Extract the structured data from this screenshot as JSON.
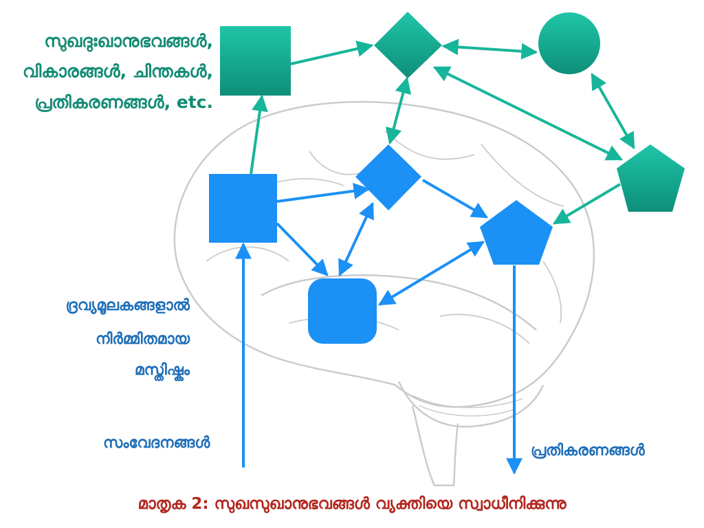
{
  "mind_label": {
    "line1": "സുഖദുഃഖാനുഭവങ്ങൾ,",
    "line2": "വികാരങ്ങൾ, ചിന്തകൾ,",
    "line3": "പ്രതികരണങ്ങൾ, etc."
  },
  "brain_label": {
    "line1": "ദ്രവ്യമൂലകങ്ങളാൽ",
    "line2": "നിർമ്മിതമായ",
    "line3": "മസ്തിഷ്കം"
  },
  "input_label": "സംവേദനങ്ങൾ",
  "output_label": "പ്രതികരണങ്ങൾ",
  "caption": "മാതൃക 2:  സുഖസുഖാനുഭവങ്ങൾ വ്യക്തിയെ സ്വാധീനിക്കുന്നു",
  "colors": {
    "mind_shapes": "#17b59a",
    "brain_shapes": "#1b90f5",
    "brain_outline": "#c9cbce",
    "mind_text": "#138b74",
    "brain_text": "#1f6fb8",
    "caption_text": "#b3261e"
  }
}
